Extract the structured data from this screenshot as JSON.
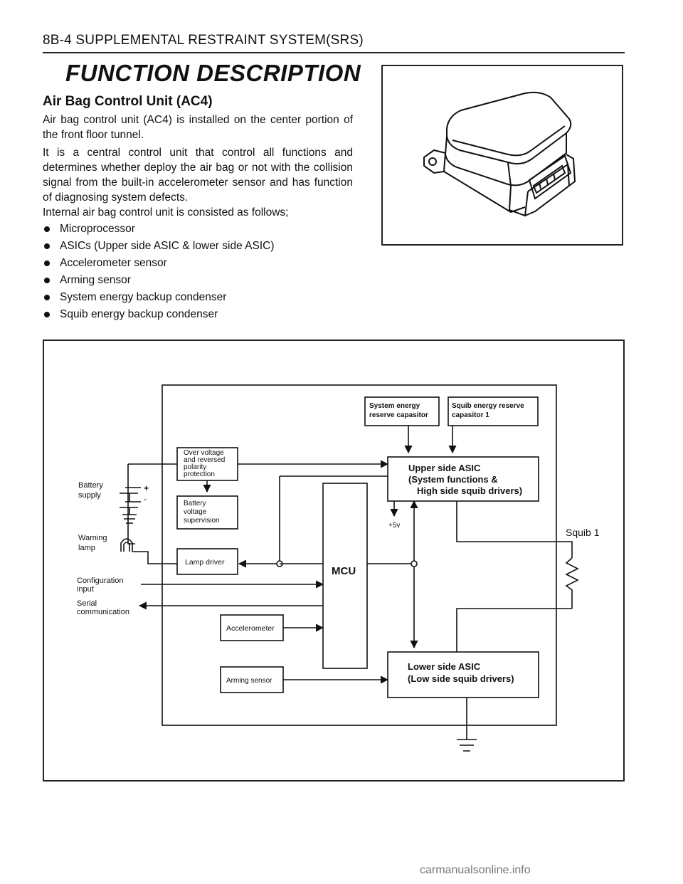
{
  "header": {
    "text": "8B-4  SUPPLEMENTAL RESTRAINT SYSTEM(SRS)"
  },
  "title": "FUNCTION DESCRIPTION",
  "section": {
    "heading": "Air Bag Control Unit (AC4)",
    "paragraphs": [
      "Air bag control unit (AC4) is installed on the center portion of the front floor tunnel.",
      "It is a central control unit that control all functions and determines whether deploy the air bag or not with the collision signal from the built-in accelerometer sensor and has function of diagnosing system defects.",
      "Internal air bag control unit is consisted as follows;"
    ],
    "bullets": [
      "Microprocessor",
      "ASICs (Upper side ASIC & lower side ASIC)",
      "Accelerometer sensor",
      "Arming sensor",
      "System energy backup condenser",
      "Squib energy backup condenser"
    ]
  },
  "diagram": {
    "labels": {
      "battery": [
        "Battery",
        "supply"
      ],
      "plus": "+",
      "minus": "-",
      "warning": [
        "Warning",
        "lamp"
      ],
      "config": [
        "Configuration",
        "input"
      ],
      "serial": [
        "Serial",
        "communication"
      ],
      "overvoltage": [
        "Over voltage",
        "and reversed",
        "polarity",
        "protection"
      ],
      "battery_supervision": [
        "Battery",
        "voltage",
        "supervision"
      ],
      "lamp_driver": "Lamp driver",
      "accelerometer": "Accelerometer",
      "arming_sensor": "Arming sensor",
      "mcu": "MCU",
      "system_cap": [
        "System energy",
        "reserve capasitor"
      ],
      "squib_cap": [
        "Squib energy reserve",
        "capasitor 1"
      ],
      "upper_asic": [
        "Upper side ASIC",
        "(System functions &",
        "High side squib drivers)"
      ],
      "lower_asic": [
        "Lower side ASIC",
        "(Low side squib drivers)"
      ],
      "plus5v": "+5v",
      "squib": "Squib 1"
    }
  },
  "watermark": "carmanualsonline.info"
}
